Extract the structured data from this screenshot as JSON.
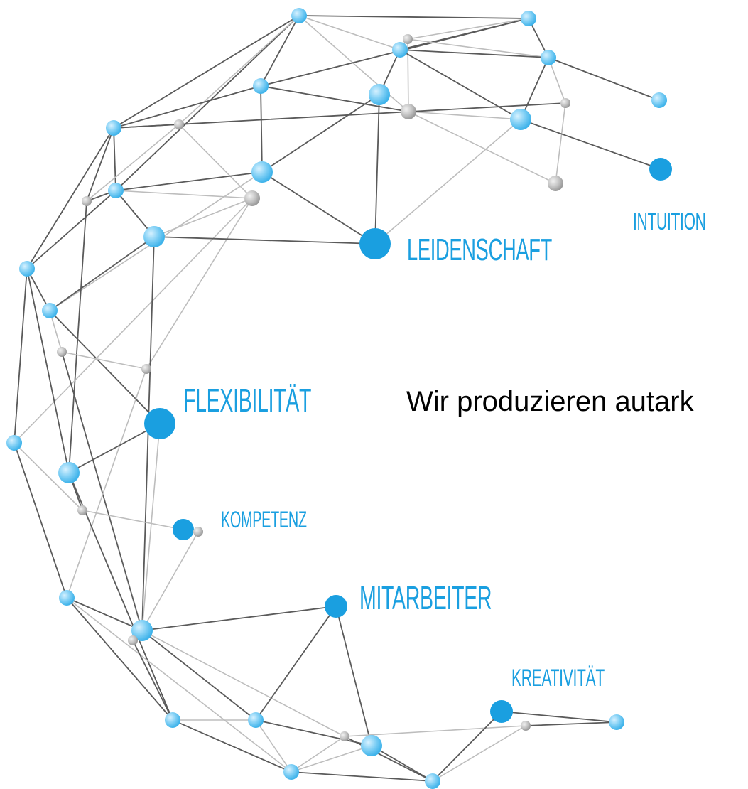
{
  "tagline": "Wir produzieren autark",
  "keywords": {
    "leidenschaft": "LEIDENSCHAFT",
    "intuition": "INTUITION",
    "flexibilitaet": "FLEXIBILITÄT",
    "kompetenz": "KOMPETENZ",
    "mitarbeiter": "MITARBEITER",
    "kreativitaet": "KREATIVITÄT"
  },
  "colors": {
    "accent": "#1a9fe0",
    "light_node": "#7fcff5",
    "gray_node": "#b8b8b8",
    "edge_dark": "#5a5a5a",
    "edge_light": "#bdbdbd",
    "text": "#000000"
  }
}
